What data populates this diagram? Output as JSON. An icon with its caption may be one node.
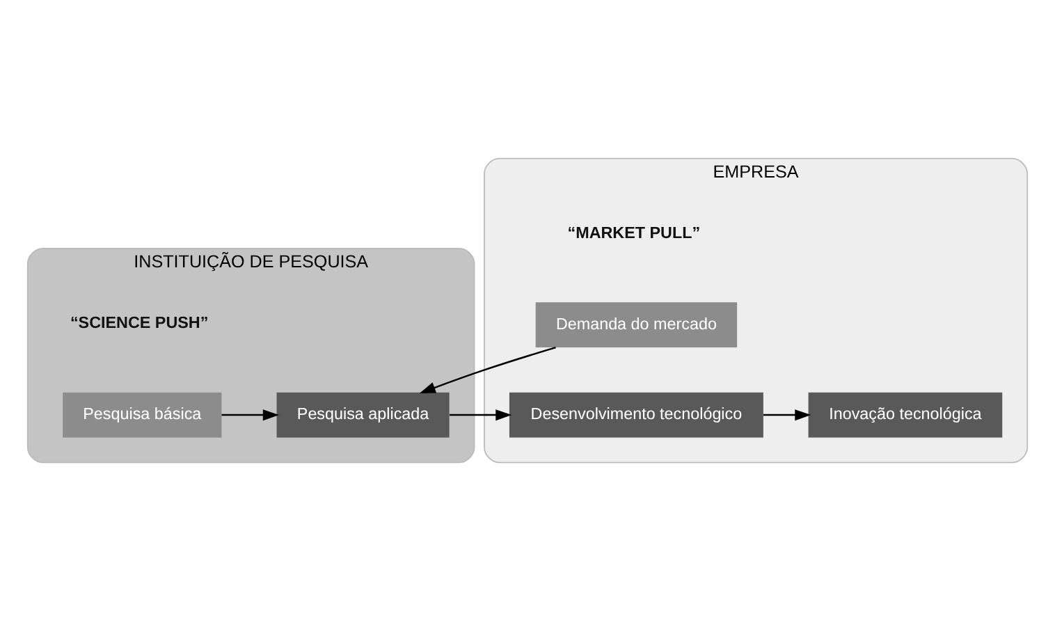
{
  "diagram": {
    "nodes": [
      {
        "text": [
          "INSTITUIÇÃO DE PESQUISA"
        ]
      },
      {
        "text": [
          "EMPRESA"
        ]
      },
      {
        "text": [
          "Pesquisa básica"
        ],
        "in": 0
      },
      {
        "text": [
          "Pesquisa aplicada"
        ],
        "in": 0
      },
      {
        "text": [
          "Demanda do mercado"
        ],
        "in": 1
      },
      {
        "text": [
          "Desenvolvimento tecnológico"
        ],
        "in": 1
      },
      {
        "text": [
          "Inovação tecnológica"
        ],
        "in": 1
      }
    ],
    "edges": [
      {
        "from": 4,
        "to": 3,
        "arrow": "to"
      },
      {
        "from": 2,
        "to": 3,
        "arrow": "to"
      },
      {
        "from": 3,
        "to": 5,
        "arrow": "to"
      },
      {
        "from": 5,
        "to": 6,
        "arrow": "to"
      }
    ],
    "labels": [
      "“SCIENCE PUSH”",
      "“MARKET PULL”"
    ]
  }
}
